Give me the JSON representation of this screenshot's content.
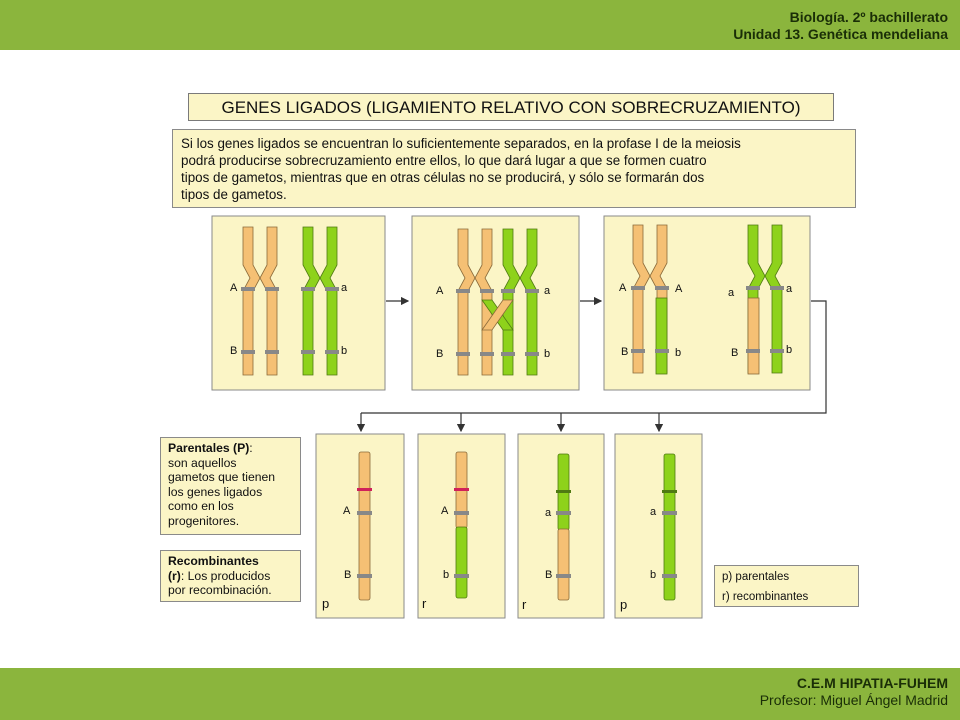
{
  "header": {
    "line1": "Biología. 2º bachillerato",
    "line2": "Unidad 13. Genética mendeliana"
  },
  "footer": {
    "line1": "C.E.M HIPATIA-FUHEM",
    "line2": "Profesor: Miguel Ángel Madrid"
  },
  "title": "GENES LIGADOS (LIGAMIENTO RELATIVO CON SOBRECRUZAMIENTO)",
  "intro": [
    "Si los genes ligados se encuentran lo suficientemente separados, en la profase I de la meiosis",
    "podrá producirse sobrecruzamiento entre ellos, lo que dará lugar a que se formen cuatro",
    "tipos de gametos, mientras que en otras células no se producirá, y sólo se formarán  dos",
    "tipos de gametos."
  ],
  "parentales": {
    "term": "Parentales (P)",
    "lines": [
      ": ",
      "son aquellos",
      "gametos que tienen",
      "los genes ligados",
      "como en los",
      "progenitores."
    ]
  },
  "recombinantes": {
    "term": "Recombinantes",
    "term2": "(r)",
    "lines": [
      ": Los producidos",
      "por recombinación."
    ]
  },
  "legend": {
    "p": "p) parentales",
    "r": "r) recombinantes"
  },
  "alleles": {
    "A": "A",
    "a": "a",
    "B": "B",
    "b": "b"
  },
  "gamete_types": [
    "p",
    "r",
    "r",
    "p"
  ],
  "colors": {
    "orange": "#f5c074",
    "green": "#8ed21b",
    "band": "#8bb53d",
    "cream": "#fbf5c6",
    "centromere_mark": "#d0205a"
  }
}
